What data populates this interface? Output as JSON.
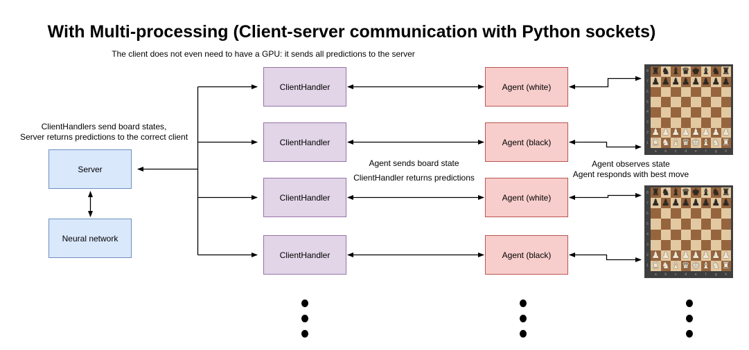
{
  "title": "With Multi-processing (Client-server communication with Python sockets)",
  "subtitle": "The client does not even need to have a GPU: it sends all predictions to the server",
  "notes": {
    "server_side": {
      "line1": "ClientHandlers send board states,",
      "line2": "Server returns predictions to the correct client"
    },
    "handler_agent": {
      "line1": "Agent sends board state",
      "line2": "ClientHandler returns predictions"
    },
    "agent_board": {
      "line1": "Agent observes state",
      "line2": "Agent responds with best move"
    }
  },
  "nodes": {
    "server": {
      "label": "Server",
      "fill": "#dae8fc",
      "border": "#6c8ebf"
    },
    "neural_network": {
      "label": "Neural network",
      "fill": "#dae8fc",
      "border": "#6c8ebf"
    },
    "client_handlers": [
      {
        "label": "ClientHandler"
      },
      {
        "label": "ClientHandler"
      },
      {
        "label": "ClientHandler"
      },
      {
        "label": "ClientHandler"
      }
    ],
    "agents": [
      {
        "label": "Agent (white)"
      },
      {
        "label": "Agent (black)"
      },
      {
        "label": "Agent (white)"
      },
      {
        "label": "Agent (black)"
      }
    ]
  },
  "colors": {
    "background": "#ffffff",
    "client_handler_fill": "#e1d5e7",
    "client_handler_border": "#9673a6",
    "agent_fill": "#f8cecc",
    "agent_border": "#b85450",
    "arrow": "#000000"
  },
  "chessboard": {
    "position_rows": [
      "rnbqkbnr",
      "pppppppp",
      "........",
      "........",
      "........",
      "........",
      "PPPPPPPP",
      "RNBQKBNR"
    ],
    "ranks": "87654321",
    "files": "abcdefgh",
    "light_square": "#e3c9a2",
    "dark_square": "#96653e",
    "frame": "#3f3f3f",
    "white_piece": "#f0e6d2",
    "black_piece": "#2e2923",
    "piece_glyphs": {
      "k": "♚",
      "q": "♛",
      "r": "♜",
      "b": "♝",
      "n": "♞",
      "p": "♟"
    }
  }
}
